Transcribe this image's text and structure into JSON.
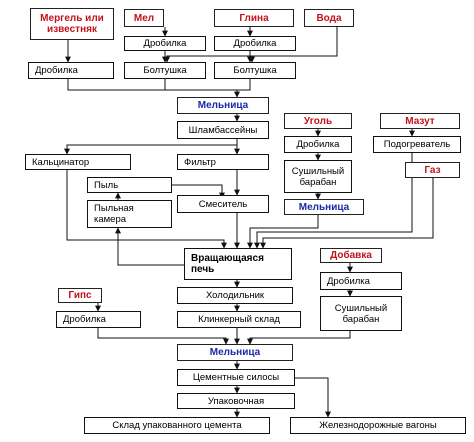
{
  "nodes": {
    "mergel": "Мергель или\nизвестняк",
    "mel": "Мел",
    "glina": "Глина",
    "voda": "Вода",
    "drobilka_mel": "Дробилка",
    "drobilka_glina": "Дробилка",
    "drobilka_mergel": "Дробилка",
    "boltushka_mel": "Болтушка",
    "boltushka_glina": "Болтушка",
    "melnica_top": "Мельница",
    "shlam": "Шламбассейны",
    "ugol": "Уголь",
    "mazut": "Мазут",
    "drobilka_ugol": "Дробилка",
    "podogrevatel": "Подогреватель",
    "kalcinator": "Кальцинатор",
    "filtr": "Фильтр",
    "gaz": "Газ",
    "sushilny_ugol": "Сушильный\nбарабан",
    "pyl": "Пыль",
    "pylnaya_kamera": "Пыльная\nкамера",
    "smesitel": "Смеситель",
    "melnica_ugol": "Мельница",
    "kiln": "Вращающаяся\nпечь",
    "dobavka": "Добавка",
    "drobilka_dobavka": "Дробилка",
    "gips": "Гипс",
    "holodilnik": "Холодильник",
    "drobilka_gips": "Дробилка",
    "klinker": "Клинкерный склад",
    "sushilny_dobavka": "Сушильный\nбарабан",
    "melnica_bottom": "Мельница",
    "silosy": "Цементные силосы",
    "upakovochnaya": "Упаковочная",
    "sklad": "Склад упакованного цемента",
    "vagony": "Железнодорожные вагоны"
  },
  "colors": {
    "raw_material_text": "#c0141c",
    "mill_text": "#1a2aa6",
    "line": "#111111"
  }
}
